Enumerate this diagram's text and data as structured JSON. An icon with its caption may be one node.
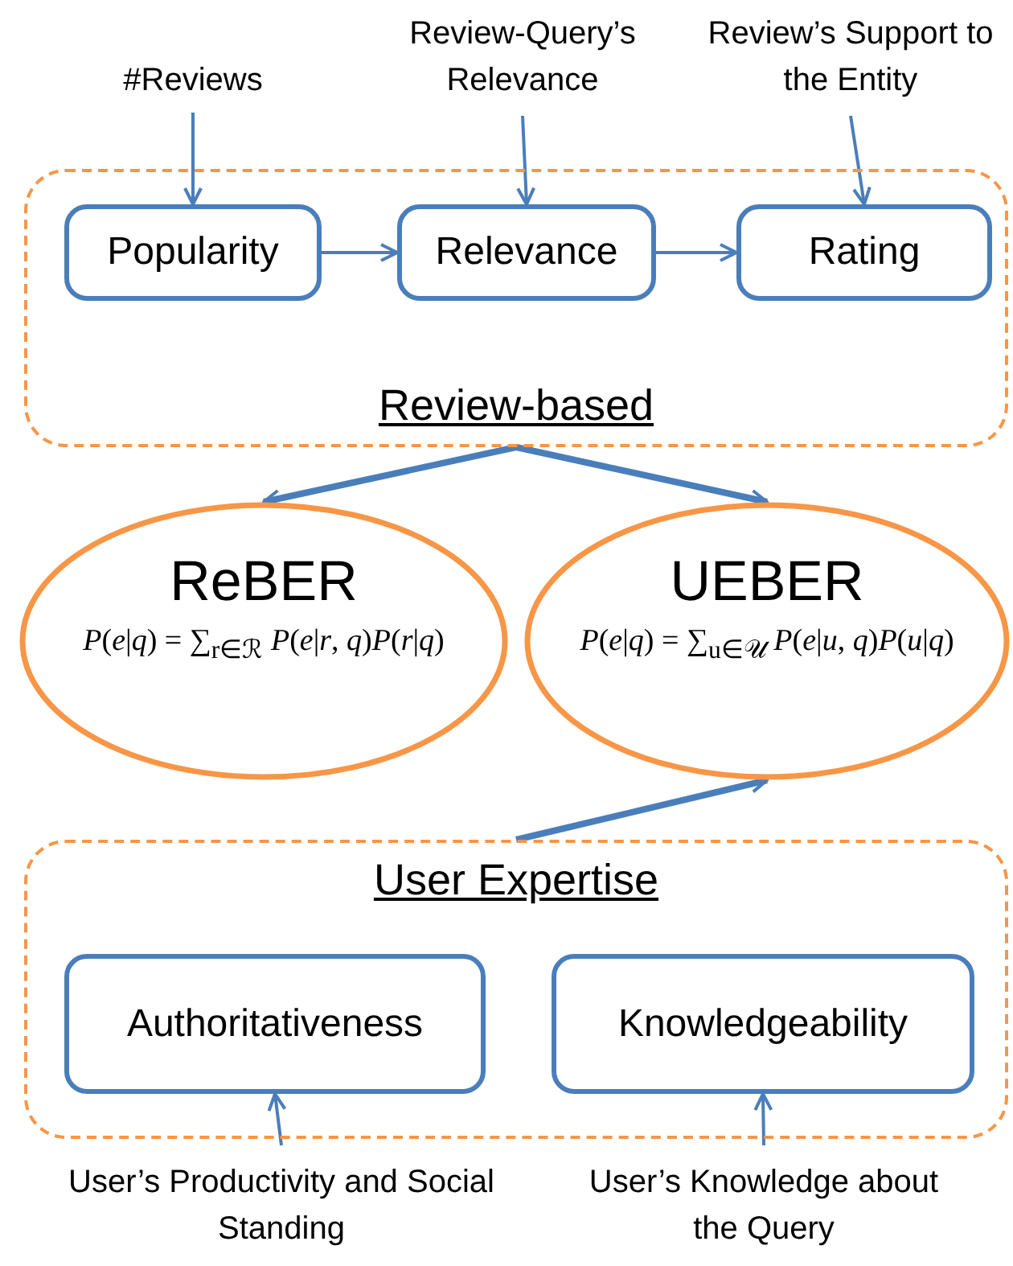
{
  "diagram": {
    "nodes": [
      {
        "text": [
          "Review-based"
        ]
      },
      {
        "text": [
          "Popularity"
        ],
        "in": 0
      },
      {
        "text": [
          "Relevance"
        ],
        "in": 0
      },
      {
        "text": [
          "Rating"
        ],
        "in": 0
      },
      {
        "text": [
          "#Reviews"
        ]
      },
      {
        "text": [
          "Review-Query’s Relevance"
        ]
      },
      {
        "text": [
          "Review’s Support to the Entity"
        ]
      },
      {
        "text": [
          "ReBER",
          "*P*(*e*|*q*) = ∑$_{r∈ℛ}$ *P*(*e*|*r*, *q*)*P*(*r*|*q*)"
        ]
      },
      {
        "text": [
          "UEBER",
          "*P*(*e*|*q*) = ∑$_{u∈𝒰}$ *P*(*e*|*u*, *q*)*P*(*u*|*q*)"
        ]
      },
      {
        "text": [
          "User Expertise"
        ]
      },
      {
        "text": [
          "Authoritativeness"
        ],
        "in": 9
      },
      {
        "text": [
          "Knowledgeability"
        ],
        "in": 9
      },
      {
        "text": [
          "User’s Productivity and Social Standing"
        ]
      },
      {
        "text": [
          "User’s Knowledge about the Query"
        ]
      }
    ],
    "edges": [
      {
        "from": 4,
        "to": 1,
        "arrow": "to"
      },
      {
        "from": 5,
        "to": 2,
        "arrow": "to"
      },
      {
        "from": 6,
        "to": 3,
        "arrow": "to"
      },
      {
        "from": 1,
        "to": 2,
        "arrow": "to"
      },
      {
        "from": 2,
        "to": 3,
        "arrow": "to"
      },
      {
        "from": 0,
        "to": 7,
        "arrow": "to",
        "style": "thick"
      },
      {
        "from": 0,
        "to": 8,
        "arrow": "to",
        "style": "thick"
      },
      {
        "from": 9,
        "to": 8,
        "arrow": "to",
        "style": "thick"
      },
      {
        "from": 12,
        "to": 10,
        "arrow": "to"
      },
      {
        "from": 13,
        "to": 11,
        "arrow": "to"
      }
    ]
  }
}
